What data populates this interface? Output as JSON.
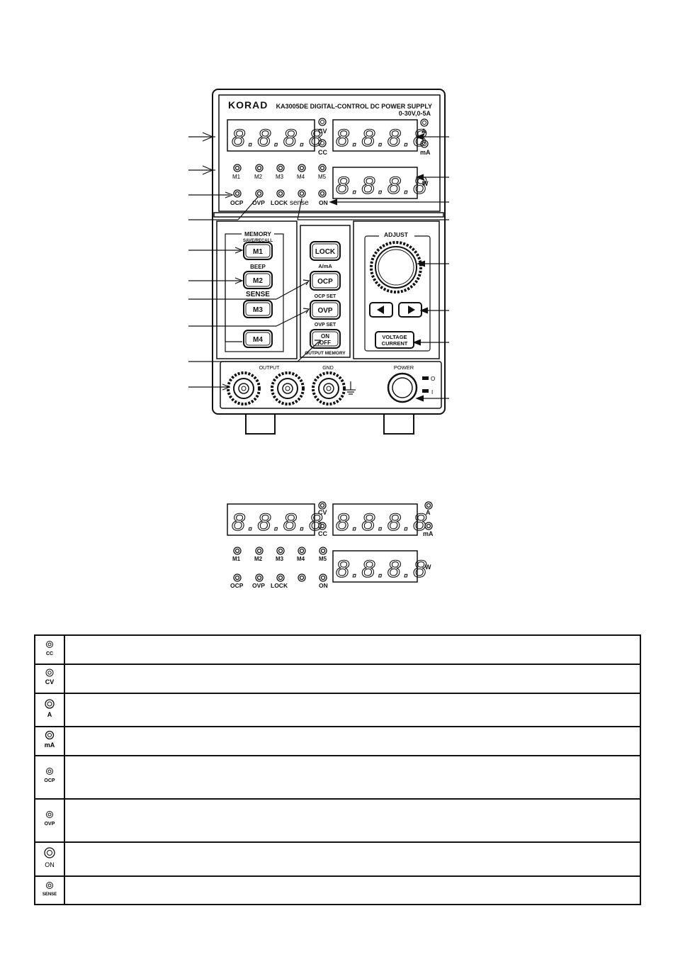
{
  "front_panel": {
    "brand": "KORAD",
    "model_title": "KA3005DE DIGITAL-CONTROL DC POWER SUPPLY",
    "rating": "0-30V,0-5A",
    "display_digits": "8.8.8.8",
    "indicators": {
      "cv": "CV",
      "cc": "CC",
      "a": "A",
      "ma": "mA",
      "w": "W",
      "m1": "M1",
      "m2": "M2",
      "m3": "M3",
      "m4": "M4",
      "m5": "M5",
      "ocp": "OCP",
      "ovp": "OVP",
      "lock": "LOCK",
      "sense": "sense",
      "on": "ON"
    },
    "memory_group": {
      "title": "MEMORY",
      "subtitle": "SAVE/RECALL",
      "beep": "BEEP",
      "sense": "SENSE"
    },
    "buttons": {
      "m1": "M1",
      "m2": "M2",
      "m3": "M3",
      "m4": "M4",
      "lock": "LOCK",
      "lock_sub": "A/mA",
      "ocp": "OCP",
      "ocp_sub": "OCP SET",
      "ovp": "OVP",
      "ovp_sub": "OVP SET",
      "on": "ON",
      "off": "OFF",
      "onoff_sub": "OUTPUT MEMORY",
      "voltage": "VOLTAGE",
      "current": "CURRENT"
    },
    "adjust_label": "ADJUST",
    "output_label": "OUTPUT",
    "gnd_label": "GND",
    "power_label": "POWER",
    "power_off_symbol": "O",
    "power_on_symbol": "I"
  },
  "display_panel": {
    "indicators": {
      "cv": "CV",
      "cc": "CC",
      "a": "A",
      "ma": "mA",
      "w": "W",
      "m1": "M1",
      "m2": "M2",
      "m3": "M3",
      "m4": "M4",
      "m5": "M5",
      "ocp": "OCP",
      "ovp": "OVP",
      "lock": "LOCK",
      "on": "ON"
    }
  },
  "legend_table": {
    "rows": [
      {
        "icon_label": "CC",
        "description": ""
      },
      {
        "icon_label": "CV",
        "description": ""
      },
      {
        "icon_label": "A",
        "description": ""
      },
      {
        "icon_label": "mA",
        "description": ""
      },
      {
        "icon_label": "OCP",
        "description": ""
      },
      {
        "icon_label": "OVP",
        "description": ""
      },
      {
        "icon_label": "ON",
        "description": ""
      },
      {
        "icon_label": "SENSE",
        "description": ""
      }
    ]
  }
}
